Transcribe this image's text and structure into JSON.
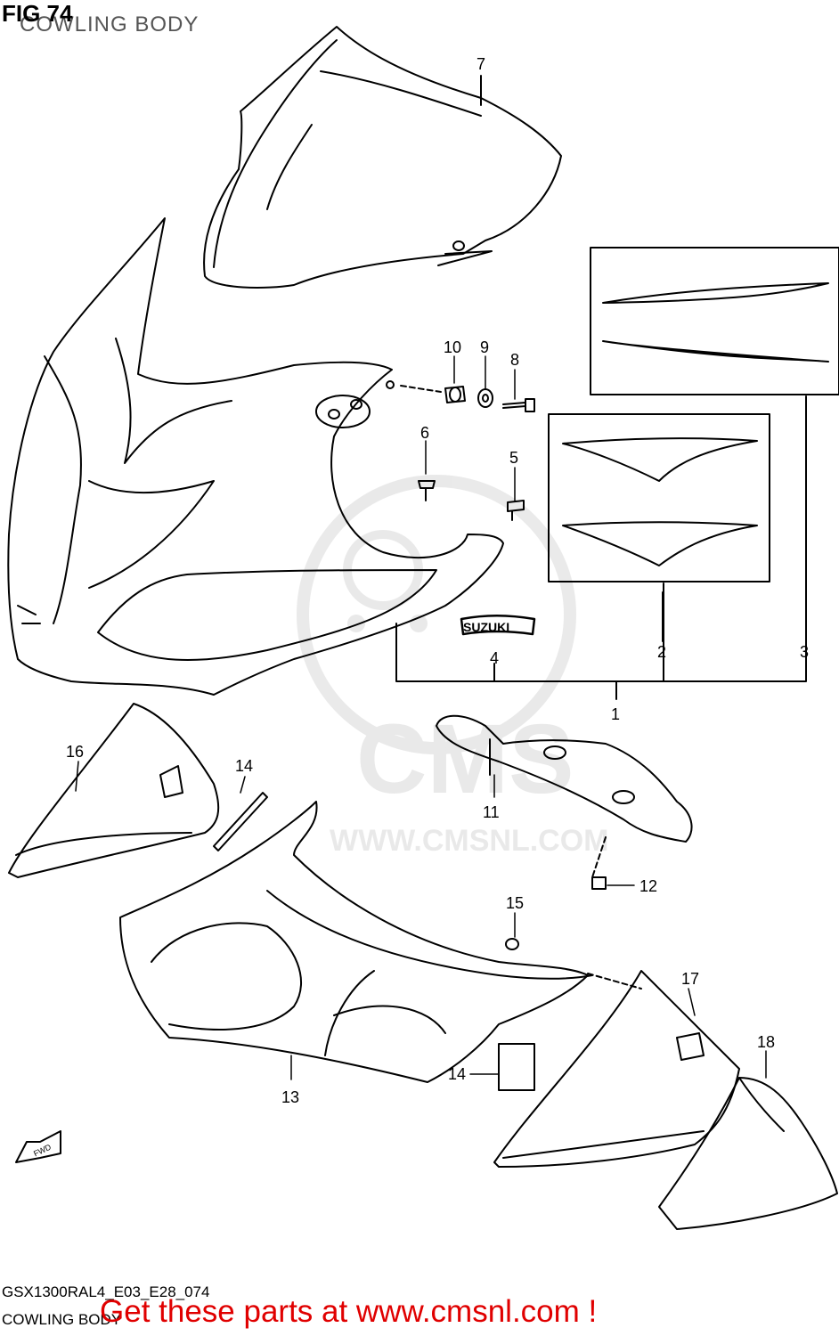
{
  "header": {
    "fig_number": "FIG 74",
    "title": "COWLING BODY"
  },
  "watermark": {
    "brand": "CMS",
    "url": "WWW.CMSNL.COM"
  },
  "emblem_text": "SUZUKI",
  "fwd_arrow_label": "FWD",
  "callouts": [
    "1",
    "2",
    "3",
    "4",
    "5",
    "6",
    "7",
    "8",
    "9",
    "10",
    "11",
    "12",
    "13",
    "14",
    "14",
    "15",
    "16",
    "17",
    "18"
  ],
  "footer": {
    "code": "GSX1300RAL4_E03_E28_074",
    "caption": "COWLING BODY",
    "cta": "Get these parts at www.cmsnl.com !"
  },
  "colors": {
    "line": "#000000",
    "watermark": "#d8d8d8",
    "cta": "#e00000"
  }
}
